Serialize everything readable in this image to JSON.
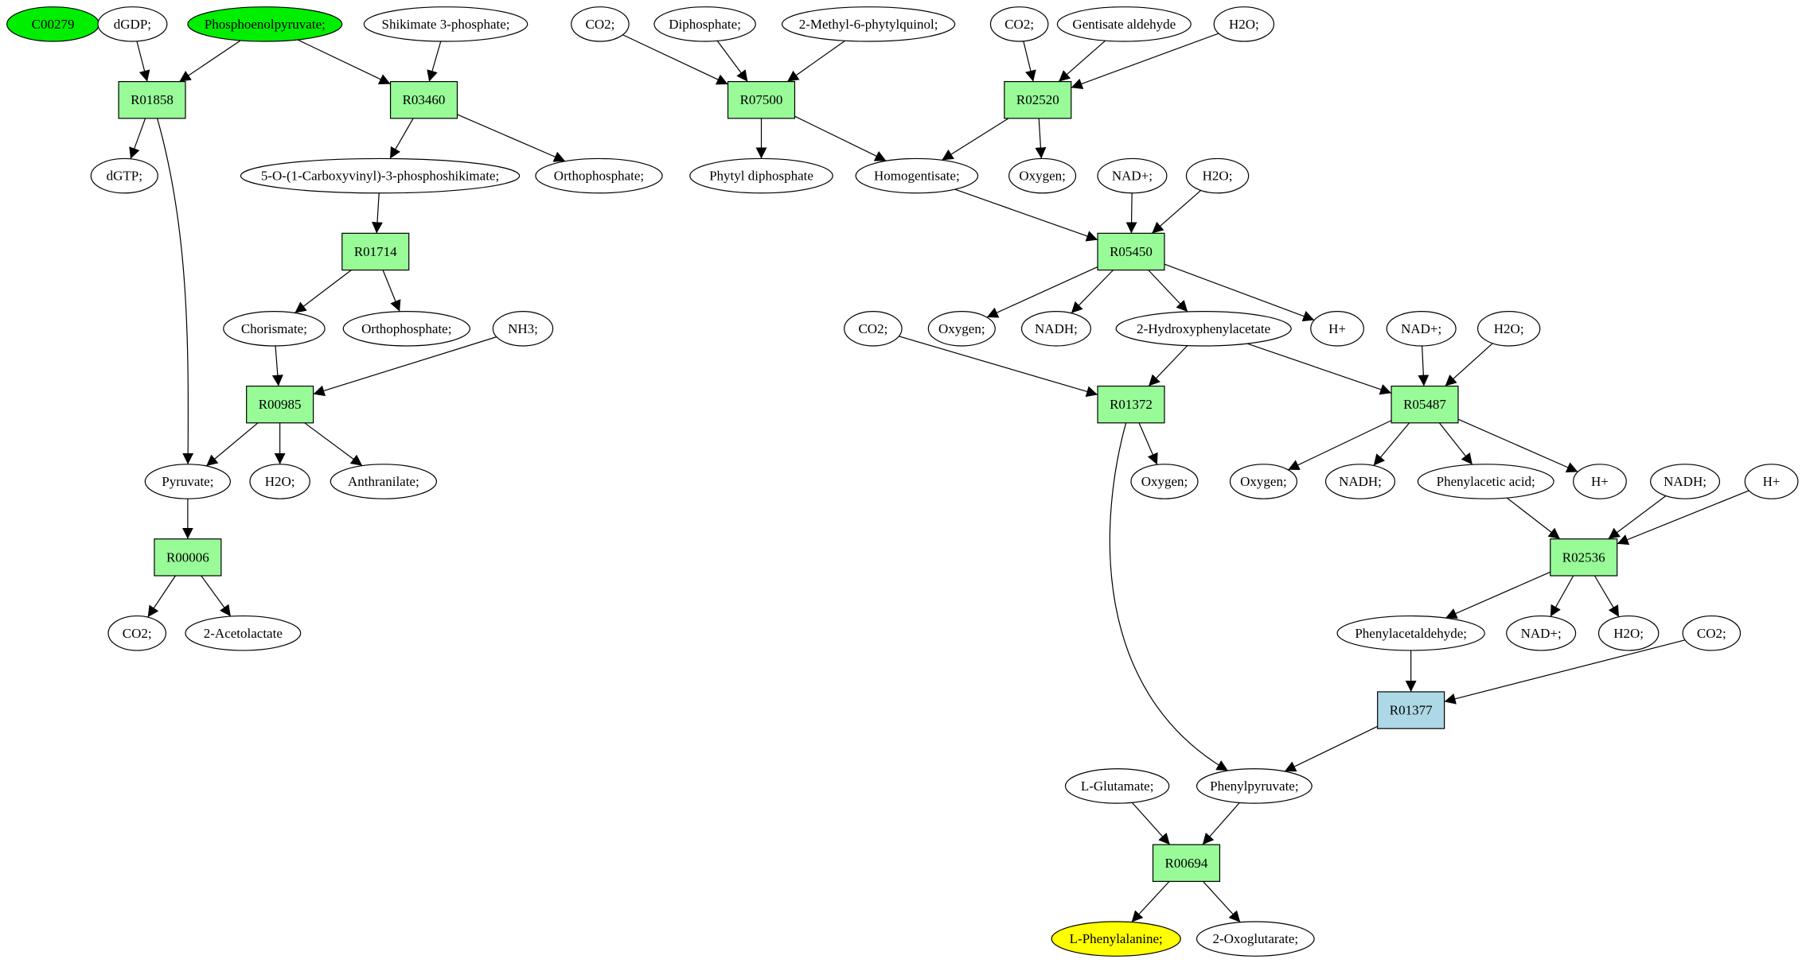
{
  "colors": {
    "background": "#ffffff",
    "compound_default": "#ffffff",
    "compound_start": "#00ee00",
    "compound_target": "#ffff00",
    "reaction_default": "#98fb98",
    "reaction_highlight": "#add8e6",
    "stroke": "#000000"
  },
  "nodes": [
    {
      "id": "c_C00279",
      "kind": "compound",
      "label": "C00279",
      "fill": "#00ee00"
    },
    {
      "id": "c_dGDP",
      "kind": "compound",
      "label": "dGDP;"
    },
    {
      "id": "c_PEP",
      "kind": "compound",
      "label": "Phosphoenolpyruvate;",
      "fill": "#00ee00"
    },
    {
      "id": "c_S3P",
      "kind": "compound",
      "label": "Shikimate 3-phosphate;"
    },
    {
      "id": "c_CO2_a",
      "kind": "compound",
      "label": "CO2;"
    },
    {
      "id": "c_Diphosphate",
      "kind": "compound",
      "label": "Diphosphate;"
    },
    {
      "id": "c_MPQ",
      "kind": "compound",
      "label": "2-Methyl-6-phytylquinol;"
    },
    {
      "id": "c_CO2_b",
      "kind": "compound",
      "label": "CO2;"
    },
    {
      "id": "c_Gentisate",
      "kind": "compound",
      "label": "Gentisate aldehyde"
    },
    {
      "id": "c_H2O_a",
      "kind": "compound",
      "label": "H2O;"
    },
    {
      "id": "r_R01858",
      "kind": "reaction",
      "label": "R01858"
    },
    {
      "id": "r_R03460",
      "kind": "reaction",
      "label": "R03460"
    },
    {
      "id": "r_R07500",
      "kind": "reaction",
      "label": "R07500"
    },
    {
      "id": "r_R02520",
      "kind": "reaction",
      "label": "R02520"
    },
    {
      "id": "c_dGTP",
      "kind": "compound",
      "label": "dGTP;"
    },
    {
      "id": "c_EPSP",
      "kind": "compound",
      "label": "5-O-(1-Carboxyvinyl)-3-phosphoshikimate;"
    },
    {
      "id": "c_Ortho_a",
      "kind": "compound",
      "label": "Orthophosphate;"
    },
    {
      "id": "c_PhytylDP",
      "kind": "compound",
      "label": "Phytyl diphosphate"
    },
    {
      "id": "c_Homogentisate",
      "kind": "compound",
      "label": "Homogentisate;"
    },
    {
      "id": "c_Oxygen_a",
      "kind": "compound",
      "label": "Oxygen;"
    },
    {
      "id": "c_NADp_a",
      "kind": "compound",
      "label": "NAD+;"
    },
    {
      "id": "c_H2O_b",
      "kind": "compound",
      "label": "H2O;"
    },
    {
      "id": "r_R01714",
      "kind": "reaction",
      "label": "R01714"
    },
    {
      "id": "r_R05450",
      "kind": "reaction",
      "label": "R05450"
    },
    {
      "id": "c_Chorismate",
      "kind": "compound",
      "label": "Chorismate;"
    },
    {
      "id": "c_Ortho_b",
      "kind": "compound",
      "label": "Orthophosphate;"
    },
    {
      "id": "c_NH3",
      "kind": "compound",
      "label": "NH3;"
    },
    {
      "id": "c_CO2_c",
      "kind": "compound",
      "label": "CO2;"
    },
    {
      "id": "c_Oxygen_b",
      "kind": "compound",
      "label": "Oxygen;"
    },
    {
      "id": "c_NADH_a",
      "kind": "compound",
      "label": "NADH;"
    },
    {
      "id": "c_2HPA",
      "kind": "compound",
      "label": "2-Hydroxyphenylacetate"
    },
    {
      "id": "c_Hp_a",
      "kind": "compound",
      "label": "H+"
    },
    {
      "id": "c_NADp_b",
      "kind": "compound",
      "label": "NAD+;"
    },
    {
      "id": "c_H2O_c",
      "kind": "compound",
      "label": "H2O;"
    },
    {
      "id": "r_R00985",
      "kind": "reaction",
      "label": "R00985"
    },
    {
      "id": "r_R01372",
      "kind": "reaction",
      "label": "R01372"
    },
    {
      "id": "r_R05487",
      "kind": "reaction",
      "label": "R05487"
    },
    {
      "id": "c_Pyruvate",
      "kind": "compound",
      "label": "Pyruvate;"
    },
    {
      "id": "c_H2O_d",
      "kind": "compound",
      "label": "H2O;"
    },
    {
      "id": "c_Anthranilate",
      "kind": "compound",
      "label": "Anthranilate;"
    },
    {
      "id": "c_Oxygen_c",
      "kind": "compound",
      "label": "Oxygen;"
    },
    {
      "id": "c_Oxygen_d",
      "kind": "compound",
      "label": "Oxygen;"
    },
    {
      "id": "c_NADH_b",
      "kind": "compound",
      "label": "NADH;"
    },
    {
      "id": "c_PAA",
      "kind": "compound",
      "label": "Phenylacetic acid;"
    },
    {
      "id": "c_Hp_b",
      "kind": "compound",
      "label": "H+"
    },
    {
      "id": "c_NADH_c",
      "kind": "compound",
      "label": "NADH;"
    },
    {
      "id": "c_Hp_c",
      "kind": "compound",
      "label": "H+"
    },
    {
      "id": "r_R00006",
      "kind": "reaction",
      "label": "R00006"
    },
    {
      "id": "r_R02536",
      "kind": "reaction",
      "label": "R02536"
    },
    {
      "id": "c_CO2_d",
      "kind": "compound",
      "label": "CO2;"
    },
    {
      "id": "c_Acetolactate",
      "kind": "compound",
      "label": "2-Acetolactate"
    },
    {
      "id": "c_PAAld",
      "kind": "compound",
      "label": "Phenylacetaldehyde;"
    },
    {
      "id": "c_NADp_c",
      "kind": "compound",
      "label": "NAD+;"
    },
    {
      "id": "c_H2O_e",
      "kind": "compound",
      "label": "H2O;"
    },
    {
      "id": "c_CO2_e",
      "kind": "compound",
      "label": "CO2;"
    },
    {
      "id": "r_R01377",
      "kind": "reaction",
      "label": "R01377",
      "fill": "#add8e6"
    },
    {
      "id": "c_LGlu",
      "kind": "compound",
      "label": "L-Glutamate;"
    },
    {
      "id": "c_Phenylpyruvate",
      "kind": "compound",
      "label": "Phenylpyruvate;"
    },
    {
      "id": "r_R00694",
      "kind": "reaction",
      "label": "R00694"
    },
    {
      "id": "c_LPhe",
      "kind": "compound",
      "label": "L-Phenylalanine;",
      "fill": "#ffff00"
    },
    {
      "id": "c_2OG",
      "kind": "compound",
      "label": "2-Oxoglutarate;"
    }
  ],
  "edges": [
    [
      "c_dGDP",
      "r_R01858"
    ],
    [
      "c_PEP",
      "r_R01858"
    ],
    [
      "r_R01858",
      "c_dGTP"
    ],
    [
      "r_R01858",
      "c_Pyruvate"
    ],
    [
      "c_PEP",
      "r_R03460"
    ],
    [
      "c_S3P",
      "r_R03460"
    ],
    [
      "r_R03460",
      "c_EPSP"
    ],
    [
      "r_R03460",
      "c_Ortho_a"
    ],
    [
      "c_CO2_a",
      "r_R07500"
    ],
    [
      "c_Diphosphate",
      "r_R07500"
    ],
    [
      "c_MPQ",
      "r_R07500"
    ],
    [
      "r_R07500",
      "c_PhytylDP"
    ],
    [
      "r_R07500",
      "c_Homogentisate"
    ],
    [
      "c_CO2_b",
      "r_R02520"
    ],
    [
      "c_Gentisate",
      "r_R02520"
    ],
    [
      "c_H2O_a",
      "r_R02520"
    ],
    [
      "r_R02520",
      "c_Homogentisate"
    ],
    [
      "r_R02520",
      "c_Oxygen_a"
    ],
    [
      "c_EPSP",
      "r_R01714"
    ],
    [
      "r_R01714",
      "c_Chorismate"
    ],
    [
      "r_R01714",
      "c_Ortho_b"
    ],
    [
      "c_Homogentisate",
      "r_R05450"
    ],
    [
      "c_NADp_a",
      "r_R05450"
    ],
    [
      "c_H2O_b",
      "r_R05450"
    ],
    [
      "r_R05450",
      "c_Oxygen_b"
    ],
    [
      "r_R05450",
      "c_NADH_a"
    ],
    [
      "r_R05450",
      "c_2HPA"
    ],
    [
      "r_R05450",
      "c_Hp_a"
    ],
    [
      "c_Chorismate",
      "r_R00985"
    ],
    [
      "c_NH3",
      "r_R00985"
    ],
    [
      "r_R00985",
      "c_Pyruvate"
    ],
    [
      "r_R00985",
      "c_H2O_d"
    ],
    [
      "r_R00985",
      "c_Anthranilate"
    ],
    [
      "c_CO2_c",
      "r_R01372"
    ],
    [
      "c_2HPA",
      "r_R01372"
    ],
    [
      "r_R01372",
      "c_Oxygen_c"
    ],
    [
      "r_R01372",
      "c_Phenylpyruvate"
    ],
    [
      "c_2HPA",
      "r_R05487"
    ],
    [
      "c_NADp_b",
      "r_R05487"
    ],
    [
      "c_H2O_c",
      "r_R05487"
    ],
    [
      "r_R05487",
      "c_Oxygen_d"
    ],
    [
      "r_R05487",
      "c_NADH_b"
    ],
    [
      "r_R05487",
      "c_PAA"
    ],
    [
      "r_R05487",
      "c_Hp_b"
    ],
    [
      "c_Pyruvate",
      "r_R00006"
    ],
    [
      "r_R00006",
      "c_CO2_d"
    ],
    [
      "r_R00006",
      "c_Acetolactate"
    ],
    [
      "c_PAA",
      "r_R02536"
    ],
    [
      "c_NADH_c",
      "r_R02536"
    ],
    [
      "c_Hp_c",
      "r_R02536"
    ],
    [
      "r_R02536",
      "c_PAAld"
    ],
    [
      "r_R02536",
      "c_NADp_c"
    ],
    [
      "r_R02536",
      "c_H2O_e"
    ],
    [
      "c_PAAld",
      "r_R01377"
    ],
    [
      "c_CO2_e",
      "r_R01377"
    ],
    [
      "r_R01377",
      "c_Phenylpyruvate"
    ],
    [
      "c_LGlu",
      "r_R00694"
    ],
    [
      "c_Phenylpyruvate",
      "r_R00694"
    ],
    [
      "r_R00694",
      "c_LPhe"
    ],
    [
      "r_R00694",
      "c_2OG"
    ]
  ]
}
